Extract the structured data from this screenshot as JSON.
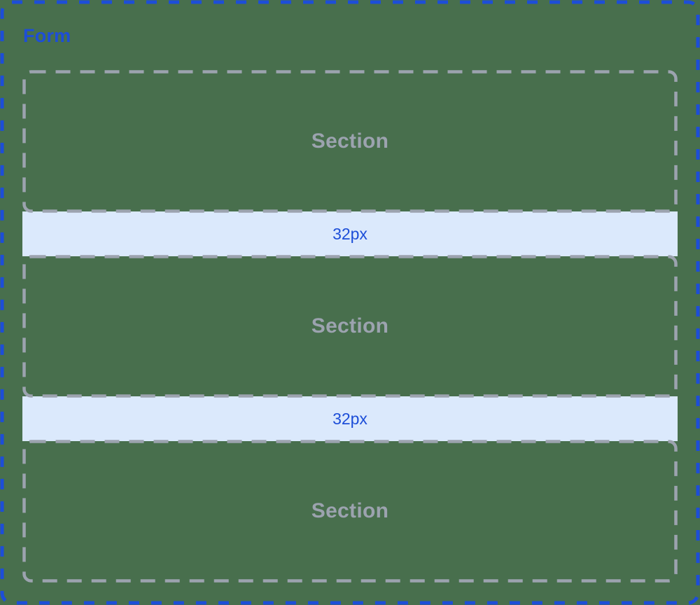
{
  "diagram": {
    "form_label": "Form",
    "sections": [
      {
        "label": "Section"
      },
      {
        "label": "Section"
      },
      {
        "label": "Section"
      }
    ],
    "spacers": [
      {
        "label": "32px"
      },
      {
        "label": "32px"
      }
    ]
  },
  "colors": {
    "background": "#486F4D",
    "accent-blue": "#1D4ED8",
    "spacer-bg": "#DBE9FC",
    "muted-gray": "#9CA3AF"
  }
}
